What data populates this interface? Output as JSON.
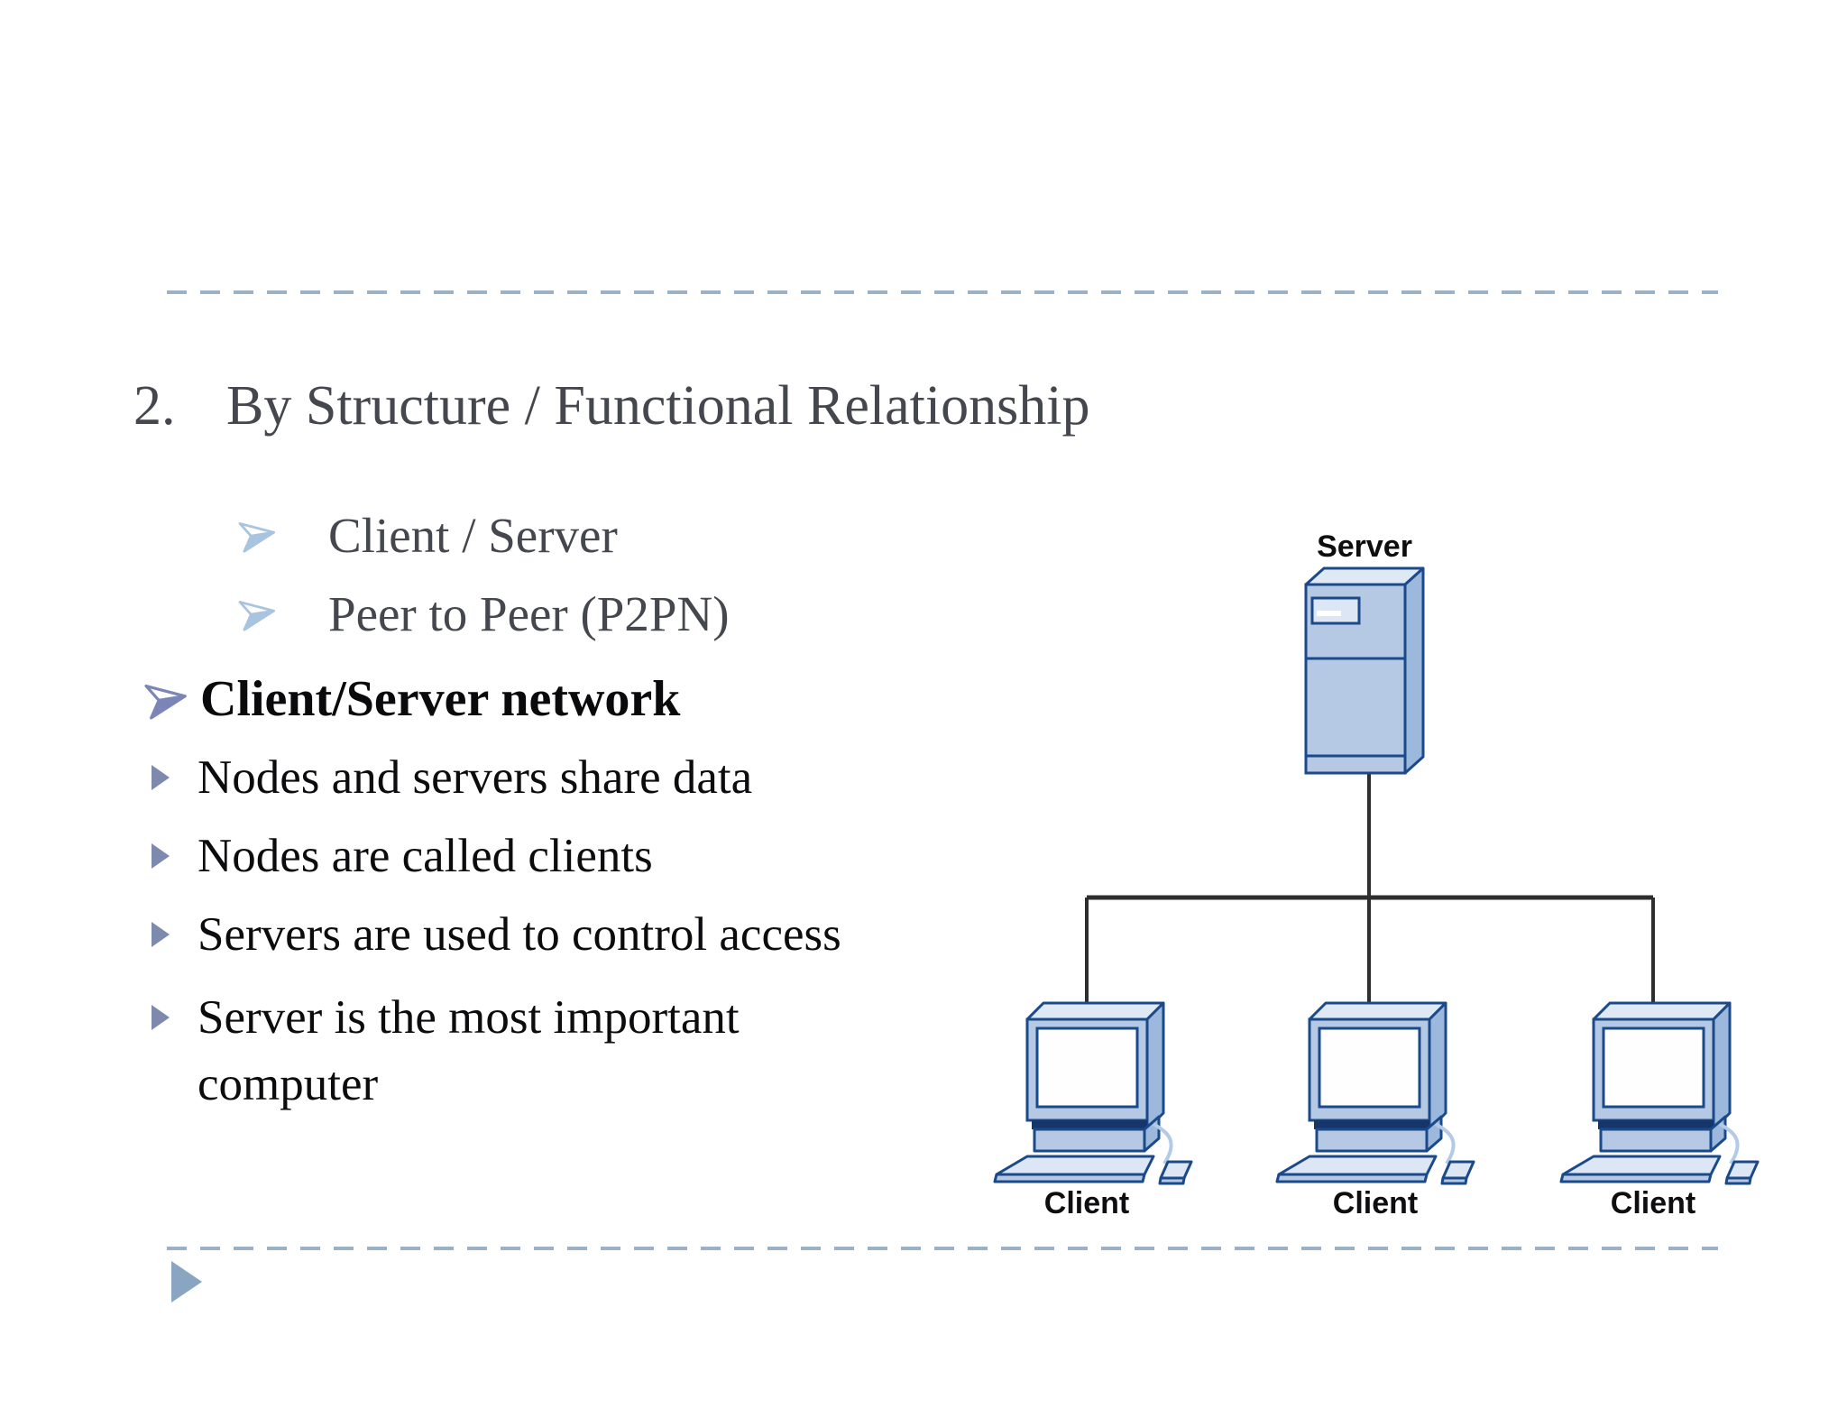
{
  "slide": {
    "title": {
      "number": "2.",
      "text": "By Structure / Functional Relationship"
    },
    "sub_bullets": [
      {
        "label": "Client / Server"
      },
      {
        "label": "Peer to Peer (P2PN)"
      }
    ],
    "emphasis_bullet": {
      "label": "Client/Server network"
    },
    "bullets": [
      {
        "label": "Nodes and servers share data"
      },
      {
        "label": "Nodes are called clients"
      },
      {
        "label": "Servers are used to control access"
      },
      {
        "label": "Server is the most important computer"
      }
    ]
  },
  "diagram": {
    "server_label": "Server",
    "client_labels": [
      "Client",
      "Client",
      "Client"
    ]
  },
  "colors": {
    "title_text": "#45474f",
    "body_text": "#0c0c0e",
    "light_arrow_bullet": "#a9c4de",
    "dark_arrow_bullet": "#7b85b8",
    "triangle_bullet": "#7e89ae",
    "bottom_triangle": "#8aa5c2",
    "divider_dash": "#9db1c6",
    "diagram_outline": "#1b4a8a",
    "diagram_fill_front": "#b5c8e4",
    "diagram_fill_light": "#dce6f4",
    "diagram_fill_side": "#9db8dd",
    "screen_fill": "#fefeff",
    "cable_line": "#2e2e2e",
    "mouse_cable": "#b3cbe6"
  }
}
